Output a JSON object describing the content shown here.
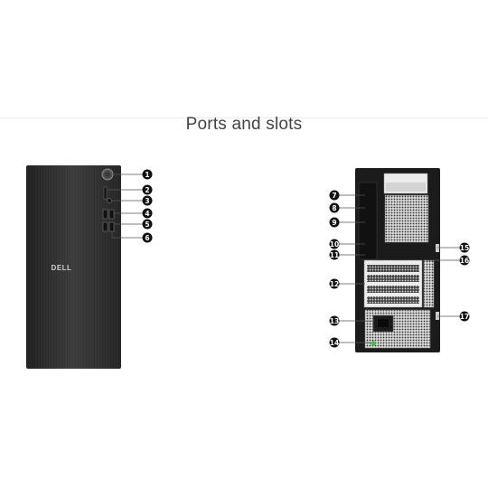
{
  "page": {
    "title": "Ports and slots"
  },
  "front_view": {
    "logo": "DELL",
    "callouts": [
      "1",
      "2",
      "3",
      "4",
      "5",
      "6"
    ]
  },
  "back_view": {
    "callouts": [
      "7",
      "8",
      "9",
      "10",
      "11",
      "12",
      "13",
      "14",
      "15",
      "16",
      "17"
    ]
  },
  "colors": {
    "badge": "#111111",
    "chassis_front": "#2b2b2b",
    "chassis_back": "#1c1c1c"
  }
}
